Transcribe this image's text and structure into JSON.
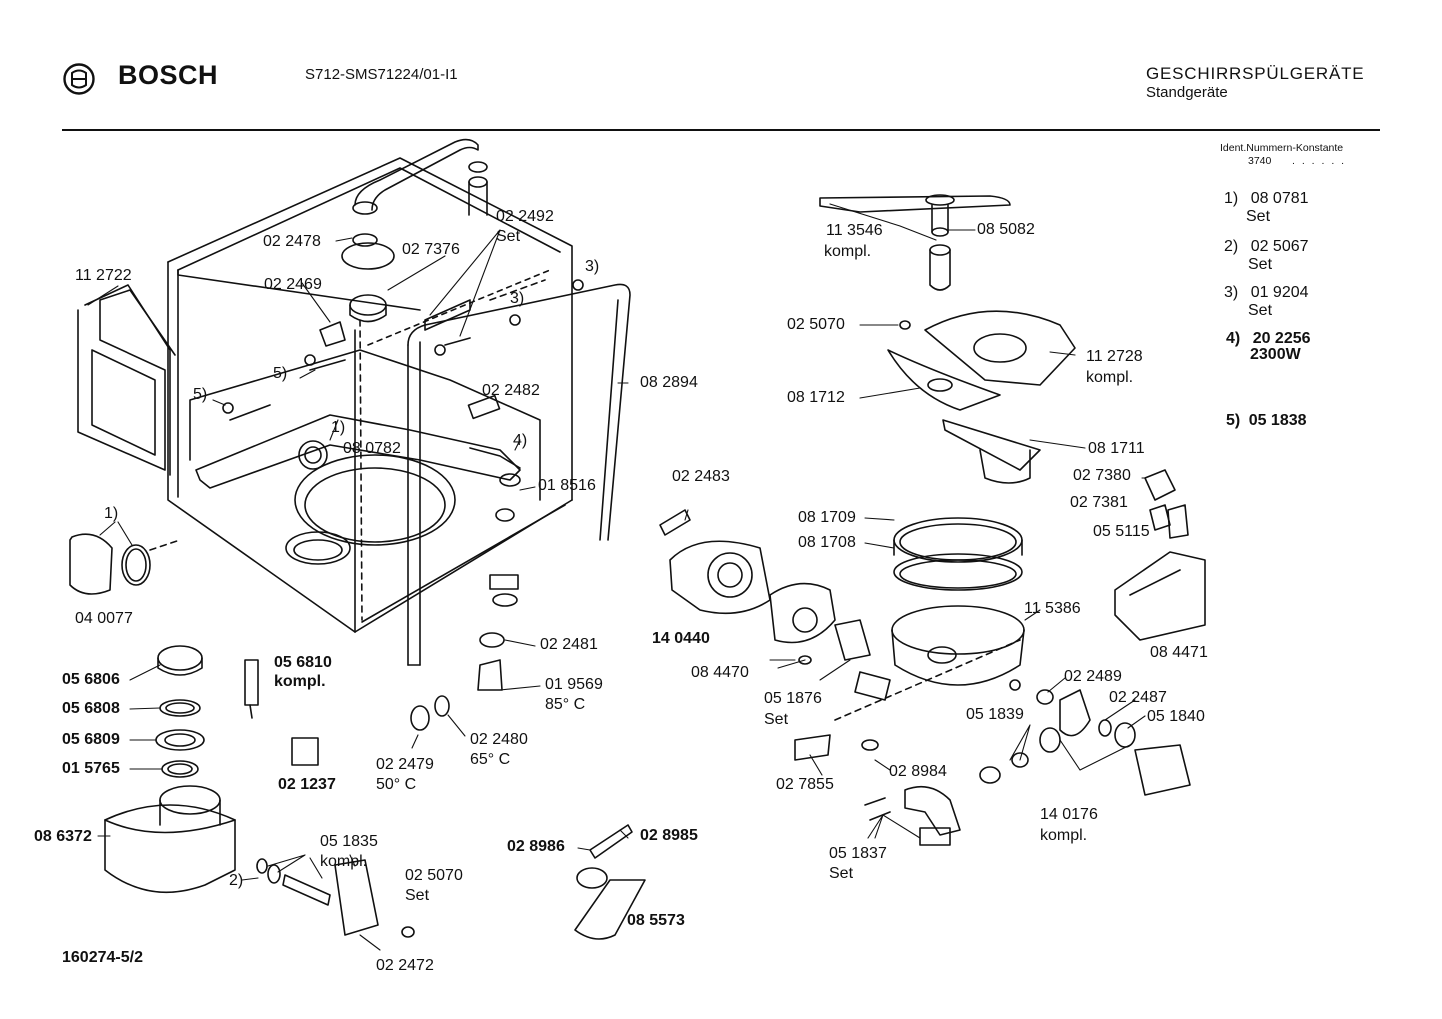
{
  "header": {
    "brand": "BOSCH",
    "model": "S712-SMS71224/01-I1",
    "category": "GESCHIRRSPÜLGERÄTE",
    "subcategory": "Standgeräte",
    "ident_label": "Ident.Nummern-Konstante",
    "ident_code": "3740",
    "ident_dots": ". . . . . ."
  },
  "legend": [
    {
      "num": "1)",
      "code": "08 0781",
      "note": "Set"
    },
    {
      "num": "2)",
      "code": "02 5067",
      "note": "Set"
    },
    {
      "num": "3)",
      "code": "01 9204",
      "note": "Set"
    },
    {
      "num": "4)",
      "code": "20 2256",
      "note": "2300W"
    },
    {
      "num": "5)",
      "code": "05 1838",
      "note": ""
    }
  ],
  "labels": {
    "l_112722": "11 2722",
    "l_022478": "02 2478",
    "l_022469": "02 2469",
    "l_027376": "02 7376",
    "l_022492": "02 2492",
    "l_022492_set": "Set",
    "l_3a": "3)",
    "l_3b": "3)",
    "l_5a": "5)",
    "l_5b": "5)",
    "l_1a": "1)",
    "l_080782": "08 0782",
    "l_022482": "02 2482",
    "l_4": "4)",
    "l_082894": "08 2894",
    "l_018516": "01 8516",
    "l_1b": "1)",
    "l_040077": "04 0077",
    "l_056806": "05 6806",
    "l_056808": "05 6808",
    "l_056809": "05 6809",
    "l_015765": "01 5765",
    "l_086372": "08 6372",
    "l_056810": "05 6810",
    "l_056810_k": "kompl.",
    "l_021237": "02 1237",
    "l_022481": "02 2481",
    "l_019569": "01 9569",
    "l_019569_t": "85° C",
    "l_022479": "02 2479",
    "l_022479_t": "50° C",
    "l_022480": "02 2480",
    "l_022480_t": "65° C",
    "l_051835": "05 1835",
    "l_051835_k": "kompl.",
    "l_2": "2)",
    "l_025070b": "02 5070",
    "l_025070b_set": "Set",
    "l_022472": "02 2472",
    "l_028986": "02 8986",
    "l_028985": "02 8985",
    "l_085573": "08 5573",
    "l_drawing_no": "160274-5/2",
    "l_113546": "11 3546",
    "l_113546_k": "kompl.",
    "l_085082": "08 5082",
    "l_025070": "02 5070",
    "l_112728": "11 2728",
    "l_112728_k": "kompl.",
    "l_081712": "08 1712",
    "l_081711": "08 1711",
    "l_027380": "02 7380",
    "l_027381": "02 7381",
    "l_055115": "05 5115",
    "l_081709": "08 1709",
    "l_081708": "08 1708",
    "l_022483": "02 2483",
    "l_140440": "14 0440",
    "l_084470": "08 4470",
    "l_115386": "11 5386",
    "l_084471": "08 4471",
    "l_051876": "05 1876",
    "l_051876_set": "Set",
    "l_022489": "02 2489",
    "l_051839": "05 1839",
    "l_022487": "02 2487",
    "l_051840": "05 1840",
    "l_027855": "02 7855",
    "l_028984": "02 8984",
    "l_140176": "14 0176",
    "l_140176_k": "kompl.",
    "l_051837": "05 1837",
    "l_051837_set": "Set"
  }
}
